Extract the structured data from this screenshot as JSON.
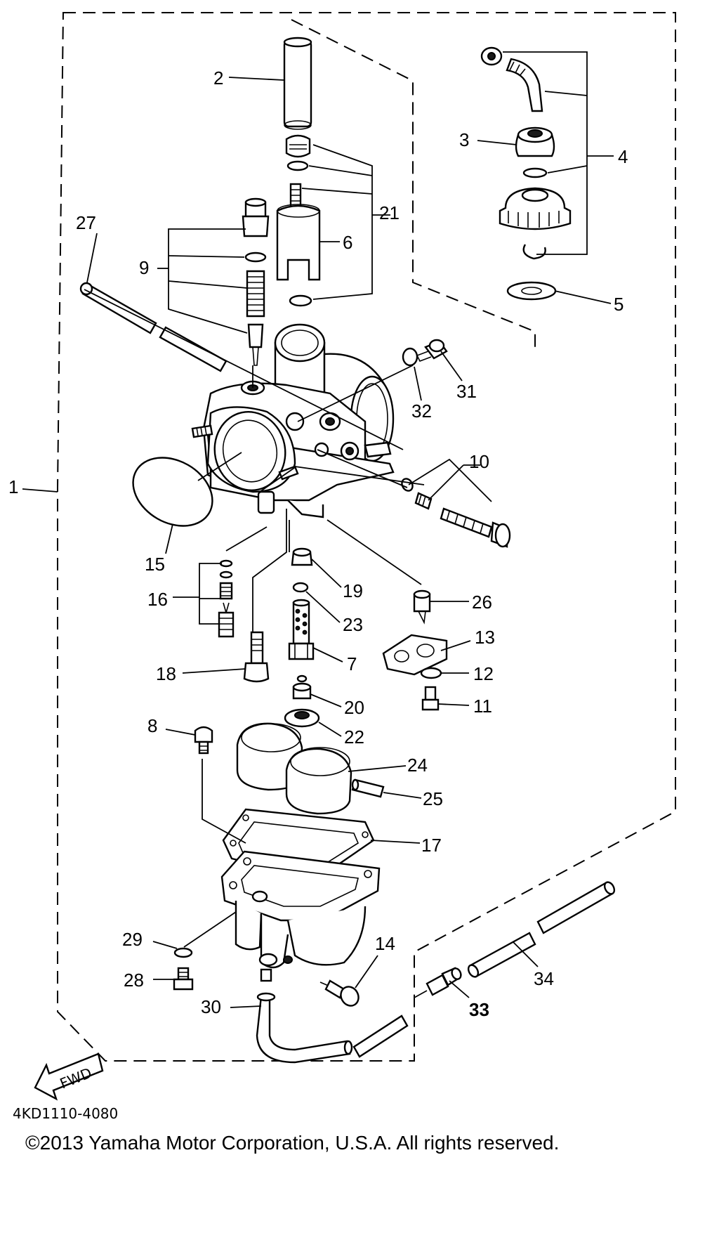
{
  "callouts": [
    "1",
    "2",
    "3",
    "4",
    "5",
    "6",
    "7",
    "8",
    "9",
    "10",
    "11",
    "12",
    "13",
    "14",
    "15",
    "16",
    "17",
    "18",
    "19",
    "20",
    "21",
    "22",
    "23",
    "24",
    "25",
    "26",
    "27",
    "28",
    "29",
    "30",
    "31",
    "32",
    "33",
    "34"
  ],
  "fwd_label": "FWD",
  "diagram_code": "4KD1110-4080",
  "copyright": "©2013 Yamaha Motor Corporation, U.S.A. All rights reserved."
}
